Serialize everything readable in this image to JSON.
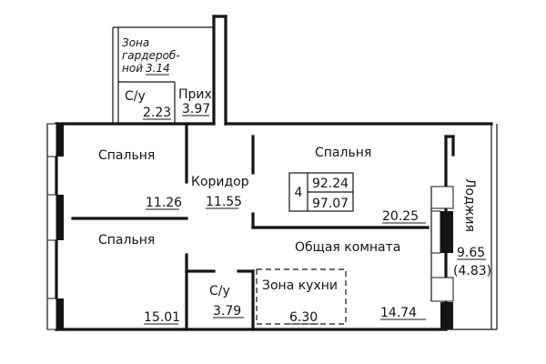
{
  "apartment": {
    "rooms_count": "4",
    "living_area": "92.24",
    "total_area": "97.07"
  },
  "rooms": {
    "wardrobe": {
      "label_lines": [
        "Зона",
        "гардероб-",
        "ной"
      ],
      "area": "3.14"
    },
    "bathroom_top": {
      "label": "С/у",
      "area": "2.23"
    },
    "hallway": {
      "label": "Прих.",
      "area": "3.97"
    },
    "bedroom_top": {
      "label": "Спальня",
      "area": "11.26"
    },
    "corridor": {
      "label": "Коридор",
      "area": "11.55"
    },
    "bedroom_right": {
      "label": "Спальня",
      "area": "20.25"
    },
    "bedroom_bottom": {
      "label": "Спальня",
      "area": "15.01"
    },
    "bathroom_bottom": {
      "label": "С/у",
      "area": "3.79"
    },
    "kitchen_zone": {
      "label": "Зона кухни",
      "area": "6.30"
    },
    "living_room": {
      "label": "Общая комната",
      "area": "14.74"
    },
    "loggia": {
      "label": "Лоджия",
      "area": "9.65",
      "area_reduced": "(4.83)"
    }
  }
}
